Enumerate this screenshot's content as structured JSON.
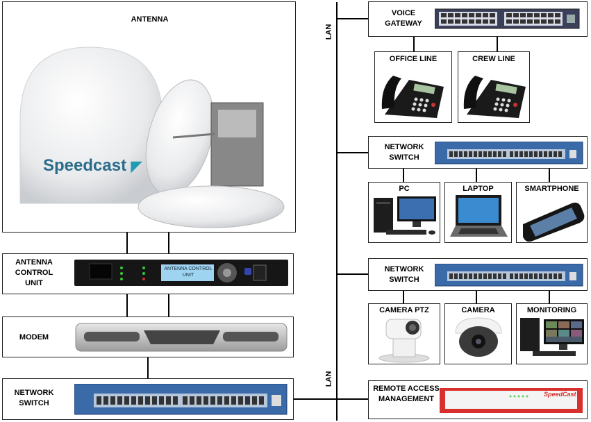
{
  "antenna": {
    "label": "ANTENNA",
    "brand": "Speedcast"
  },
  "acu": {
    "label": "ANTENNA CONTROL UNIT",
    "display": "ANTENNA CONTROL UNIT"
  },
  "modem": {
    "label": "MODEM"
  },
  "network_switch_bottom": {
    "label": "NETWORK SWITCH"
  },
  "lan_top": "LAN",
  "lan_bottom": "LAN",
  "voice_gateway": {
    "label": "VOICE GATEWAY"
  },
  "office_line": {
    "label": "OFFICE LINE"
  },
  "crew_line": {
    "label": "CREW LINE"
  },
  "network_switch_1": {
    "label": "NETWORK SWITCH"
  },
  "pc": {
    "label": "PC"
  },
  "laptop": {
    "label": "LAPTOP"
  },
  "smartphone": {
    "label": "SMARTPHONE"
  },
  "network_switch_2": {
    "label": "NETWORK SWITCH"
  },
  "camera_ptz": {
    "label": "CAMERA PTZ"
  },
  "camera": {
    "label": "CAMERA"
  },
  "monitoring": {
    "label": "MONITORING"
  },
  "remote_access": {
    "label": "REMOTE ACCESS MANAGEMENT",
    "brand": "SpeedCast"
  },
  "colors": {
    "line": "#000000",
    "switch_blue": "#3a6aa8",
    "router_red": "#d8302c"
  }
}
